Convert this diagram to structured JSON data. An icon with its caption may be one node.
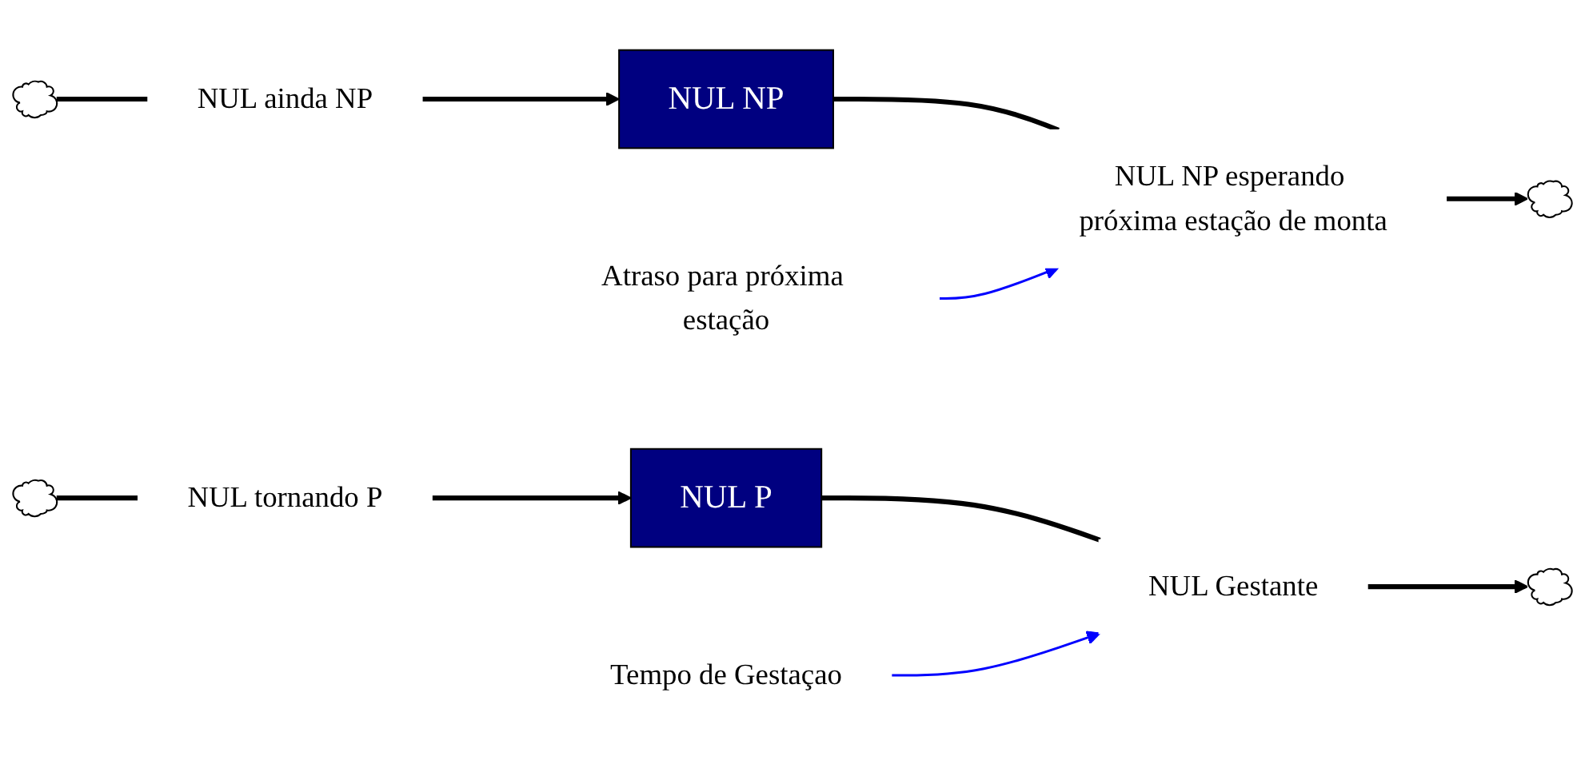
{
  "diagram": {
    "nodes": [
      {
        "text": [],
        "shape": "cloud"
      },
      {
        "text": [
          "NUL ainda NP"
        ]
      },
      {
        "text": [
          "NUL NP"
        ]
      },
      {
        "text": [
          "NUL NP esperando próxima estação de monta"
        ]
      },
      {
        "text": [],
        "shape": "cloud"
      },
      {
        "text": [
          "Atraso para próxima estação"
        ]
      },
      {
        "text": [],
        "shape": "cloud"
      },
      {
        "text": [
          "NUL tornando P"
        ]
      },
      {
        "text": [
          "NUL P"
        ]
      },
      {
        "text": [
          "NUL Gestante"
        ]
      },
      {
        "text": [],
        "shape": "cloud"
      },
      {
        "text": [
          "Tempo de Gestaçao"
        ]
      }
    ],
    "edges": [
      {
        "from": 0,
        "to": 1,
        "arrow": "none"
      },
      {
        "from": 1,
        "to": 2,
        "arrow": "to"
      },
      {
        "from": 2,
        "to": 3,
        "arrow": "none"
      },
      {
        "from": 3,
        "to": 4,
        "arrow": "to"
      },
      {
        "from": 5,
        "to": 3,
        "arrow": "to",
        "color": "#0000ff"
      },
      {
        "from": 6,
        "to": 7,
        "arrow": "none"
      },
      {
        "from": 7,
        "to": 8,
        "arrow": "to"
      },
      {
        "from": 8,
        "to": 9,
        "arrow": "none"
      },
      {
        "from": 9,
        "to": 10,
        "arrow": "to"
      },
      {
        "from": 11,
        "to": 9,
        "arrow": "to",
        "color": "#0000ff"
      }
    ]
  }
}
